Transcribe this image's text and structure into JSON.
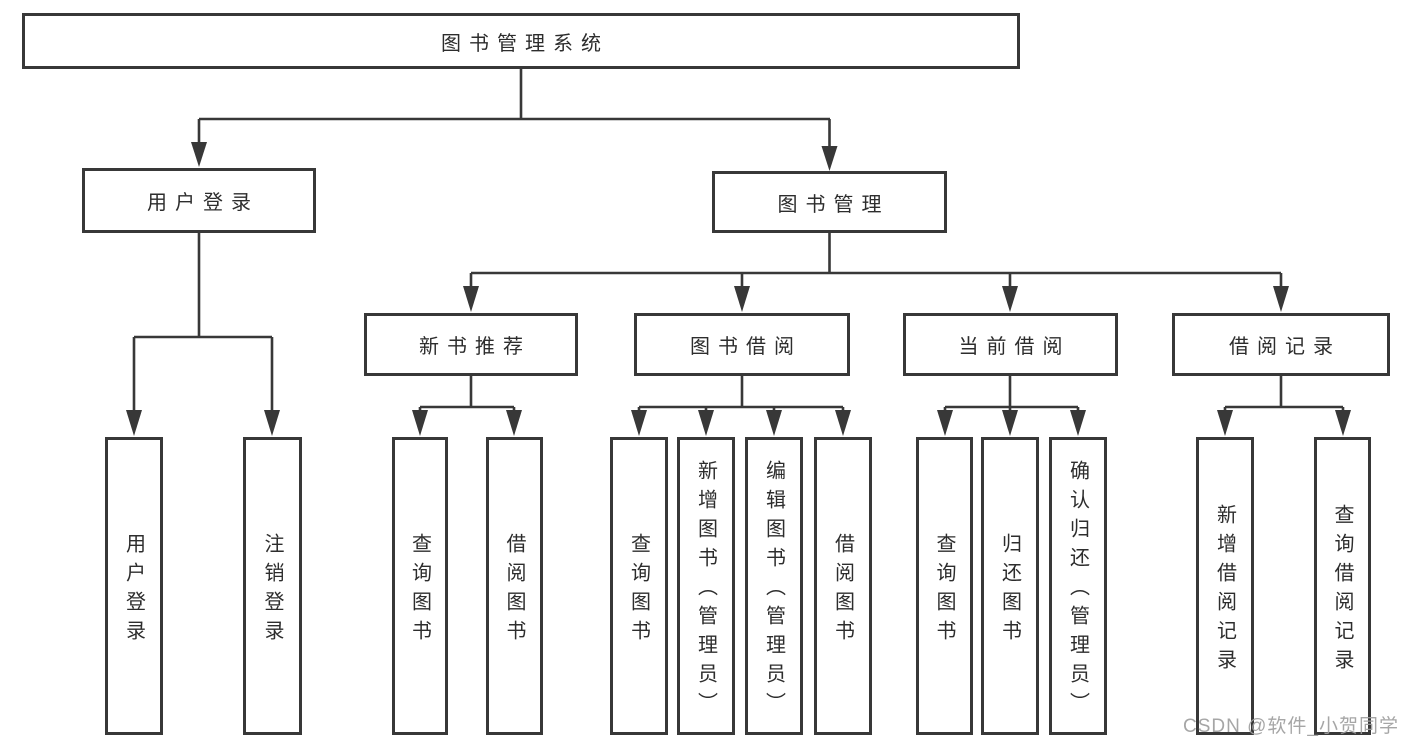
{
  "tree": {
    "root": {
      "label": "图书管理系统",
      "children": [
        {
          "label": "用户登录",
          "children": [
            {
              "label": "用户登录"
            },
            {
              "label": "注销登录"
            }
          ]
        },
        {
          "label": "图书管理",
          "children": [
            {
              "label": "新书推荐",
              "children": [
                {
                  "label": "查询图书"
                },
                {
                  "label": "借阅图书"
                }
              ]
            },
            {
              "label": "图书借阅",
              "children": [
                {
                  "label": "查询图书"
                },
                {
                  "label": "新增图书（管理员）"
                },
                {
                  "label": "编辑图书（管理员）"
                },
                {
                  "label": "借阅图书"
                }
              ]
            },
            {
              "label": "当前借阅",
              "children": [
                {
                  "label": "查询图书"
                },
                {
                  "label": "归还图书"
                },
                {
                  "label": "确认归还（管理员）"
                }
              ]
            },
            {
              "label": "借阅记录",
              "children": [
                {
                  "label": "新增借阅记录"
                },
                {
                  "label": "查询借阅记录"
                }
              ]
            }
          ]
        }
      ]
    }
  },
  "watermark": "CSDN @软件_小贺同学",
  "colors": {
    "line": "#383838",
    "box_fill": "#ffffff",
    "text": "#2d2d2d",
    "watermark": "#9e9e9e"
  }
}
